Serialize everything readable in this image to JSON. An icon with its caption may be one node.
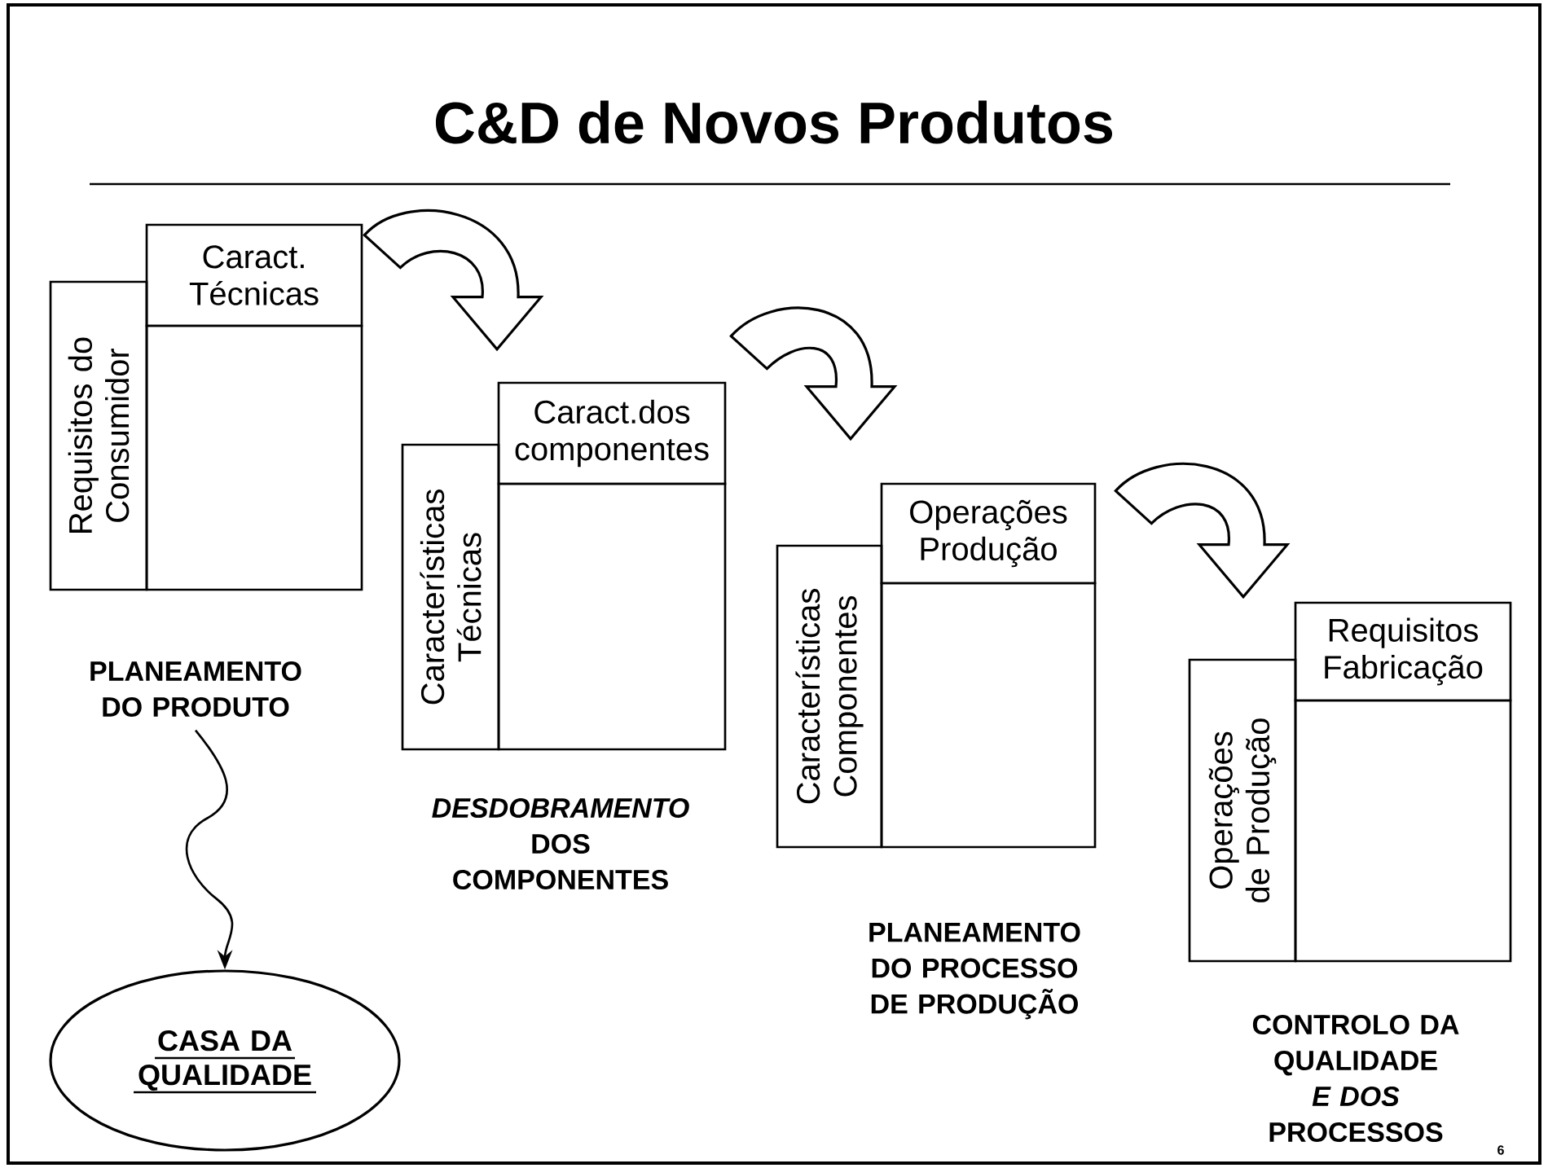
{
  "diagram": {
    "title": "C&D de Novos Produtos",
    "nodes": [
      {
        "text": [
          "Requisitos do Consumidor"
        ]
      },
      {
        "text": [
          "Caract. Técnicas"
        ]
      },
      {
        "text": [],
        "shape": "box"
      },
      {
        "text": [
          "PLANEAMENTO DO PRODUTO"
        ]
      },
      {
        "text": [
          "CASA DA QUALIDADE"
        ]
      },
      {
        "text": [
          "Características Técnicas"
        ]
      },
      {
        "text": [
          "Caract.dos componentes"
        ]
      },
      {
        "text": [],
        "shape": "box"
      },
      {
        "text": [
          "Características Componentes"
        ]
      },
      {
        "text": [
          "Operações Produção"
        ]
      },
      {
        "text": [],
        "shape": "box"
      },
      {
        "text": [
          "Operações de Produção"
        ]
      },
      {
        "text": [
          "Requisitos Fabricação"
        ]
      },
      {
        "text": [],
        "shape": "box"
      }
    ],
    "edges": [
      {
        "from": 1,
        "to": 6,
        "arrow": "to"
      },
      {
        "from": 6,
        "to": 9,
        "arrow": "to"
      },
      {
        "from": 9,
        "to": 12,
        "arrow": "to"
      },
      {
        "from": 3,
        "to": 4,
        "arrow": "to"
      }
    ],
    "labels": [
      "*DESDOBRAMENTO* DOS COMPONENTES",
      "PLANEAMENTO DO PROCESSO DE PRODUÇÃO",
      "CONTROLO DA QUALIDADE *E DOS* PROCESSOS",
      "6"
    ]
  }
}
